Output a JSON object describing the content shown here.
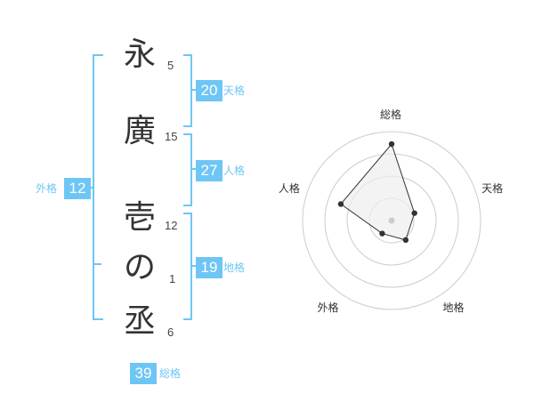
{
  "name": {
    "chars": [
      {
        "char": "永",
        "strokes": "5"
      },
      {
        "char": "廣",
        "strokes": "15"
      },
      {
        "char": "壱",
        "strokes": "12"
      },
      {
        "char": "の",
        "strokes": "1"
      },
      {
        "char": "丞",
        "strokes": "6"
      }
    ]
  },
  "fortunes": {
    "ten": {
      "value": "20",
      "label": "天格"
    },
    "jin": {
      "value": "27",
      "label": "人格"
    },
    "chi": {
      "value": "19",
      "label": "地格"
    },
    "gai": {
      "value": "12",
      "label": "外格"
    },
    "sou": {
      "value": "39",
      "label": "総格"
    }
  },
  "chart_data": {
    "type": "radar",
    "axes": [
      "総格",
      "天格",
      "地格",
      "外格",
      "人格"
    ],
    "values": [
      0.86,
      0.27,
      0.27,
      0.18,
      0.6
    ],
    "range": [
      0,
      1
    ],
    "rings": 4,
    "colors": {
      "fill": "#eeeeee",
      "stroke": "#333333",
      "ring": "#cccccc",
      "accent": "#6ec6f5"
    }
  }
}
